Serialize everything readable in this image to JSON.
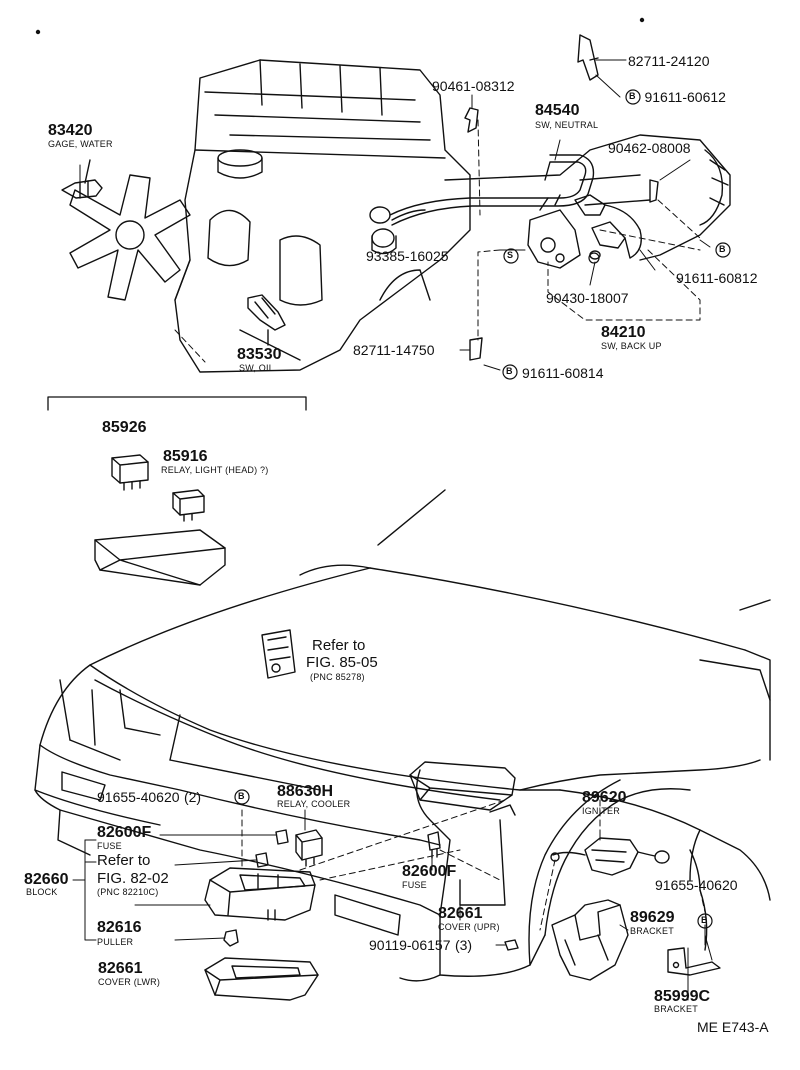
{
  "diagram": {
    "code": "ME E743-A",
    "bolt_symbol": "B",
    "special_symbol": "S",
    "parts": {
      "p82711_24120": "82711-24120",
      "p91611_60612": "91611-60612",
      "p90461_08312": "90461-08312",
      "p84540": "84540",
      "p84540_desc": "SW, NEUTRAL",
      "p83420": "83420",
      "p83420_desc": "GAGE, WATER",
      "p90462_08008": "90462-08008",
      "p93385_16025": "93385-16025",
      "p91611_60812": "91611-60812",
      "p90430_18007": "90430-18007",
      "p84210": "84210",
      "p84210_desc": "SW, BACK UP",
      "p83530": "83530",
      "p83530_desc": "SW, OIL",
      "p82711_14750": "82711-14750",
      "p91611_60814": "91611-60814",
      "p85926": "85926",
      "p85916": "85916",
      "p85916_desc": "RELAY, LIGHT (HEAD) ?)",
      "p91655_40620a": "91655-40620",
      "p91655_qty": "(2)",
      "p88630H": "88630H",
      "p88630H_desc": "RELAY, COOLER",
      "p82600F_a": "82600F",
      "p82600F_a_desc": "FUSE",
      "p82660": "82660",
      "p82660_desc": "BLOCK",
      "p82616": "82616",
      "p82616_desc": "PULLER",
      "p82661_lwr": "82661",
      "p82661_lwr_desc": "COVER (LWR)",
      "p82600F_b": "82600F",
      "p82600F_b_desc": "FUSE",
      "p82661_upr": "82661",
      "p82661_upr_desc": "COVER (UPR)",
      "p90119_06157": "90119-06157",
      "p90119_qty": "(3)",
      "p89620": "89620",
      "p89620_desc": "IGNITER",
      "p91655_40620b": "91655-40620",
      "p89629": "89629",
      "p89629_desc": "BRACKET",
      "p85999C": "85999C",
      "p85999C_desc": "BRACKET"
    },
    "refs": {
      "ref1_line1": "Refer to",
      "ref1_line2": "FIG. 85-05",
      "ref1_line3": "(PNC 85278)",
      "ref2_line1": "Refer to",
      "ref2_line2": "FIG. 82-02",
      "ref2_line3": "(PNC 82210C)"
    }
  }
}
